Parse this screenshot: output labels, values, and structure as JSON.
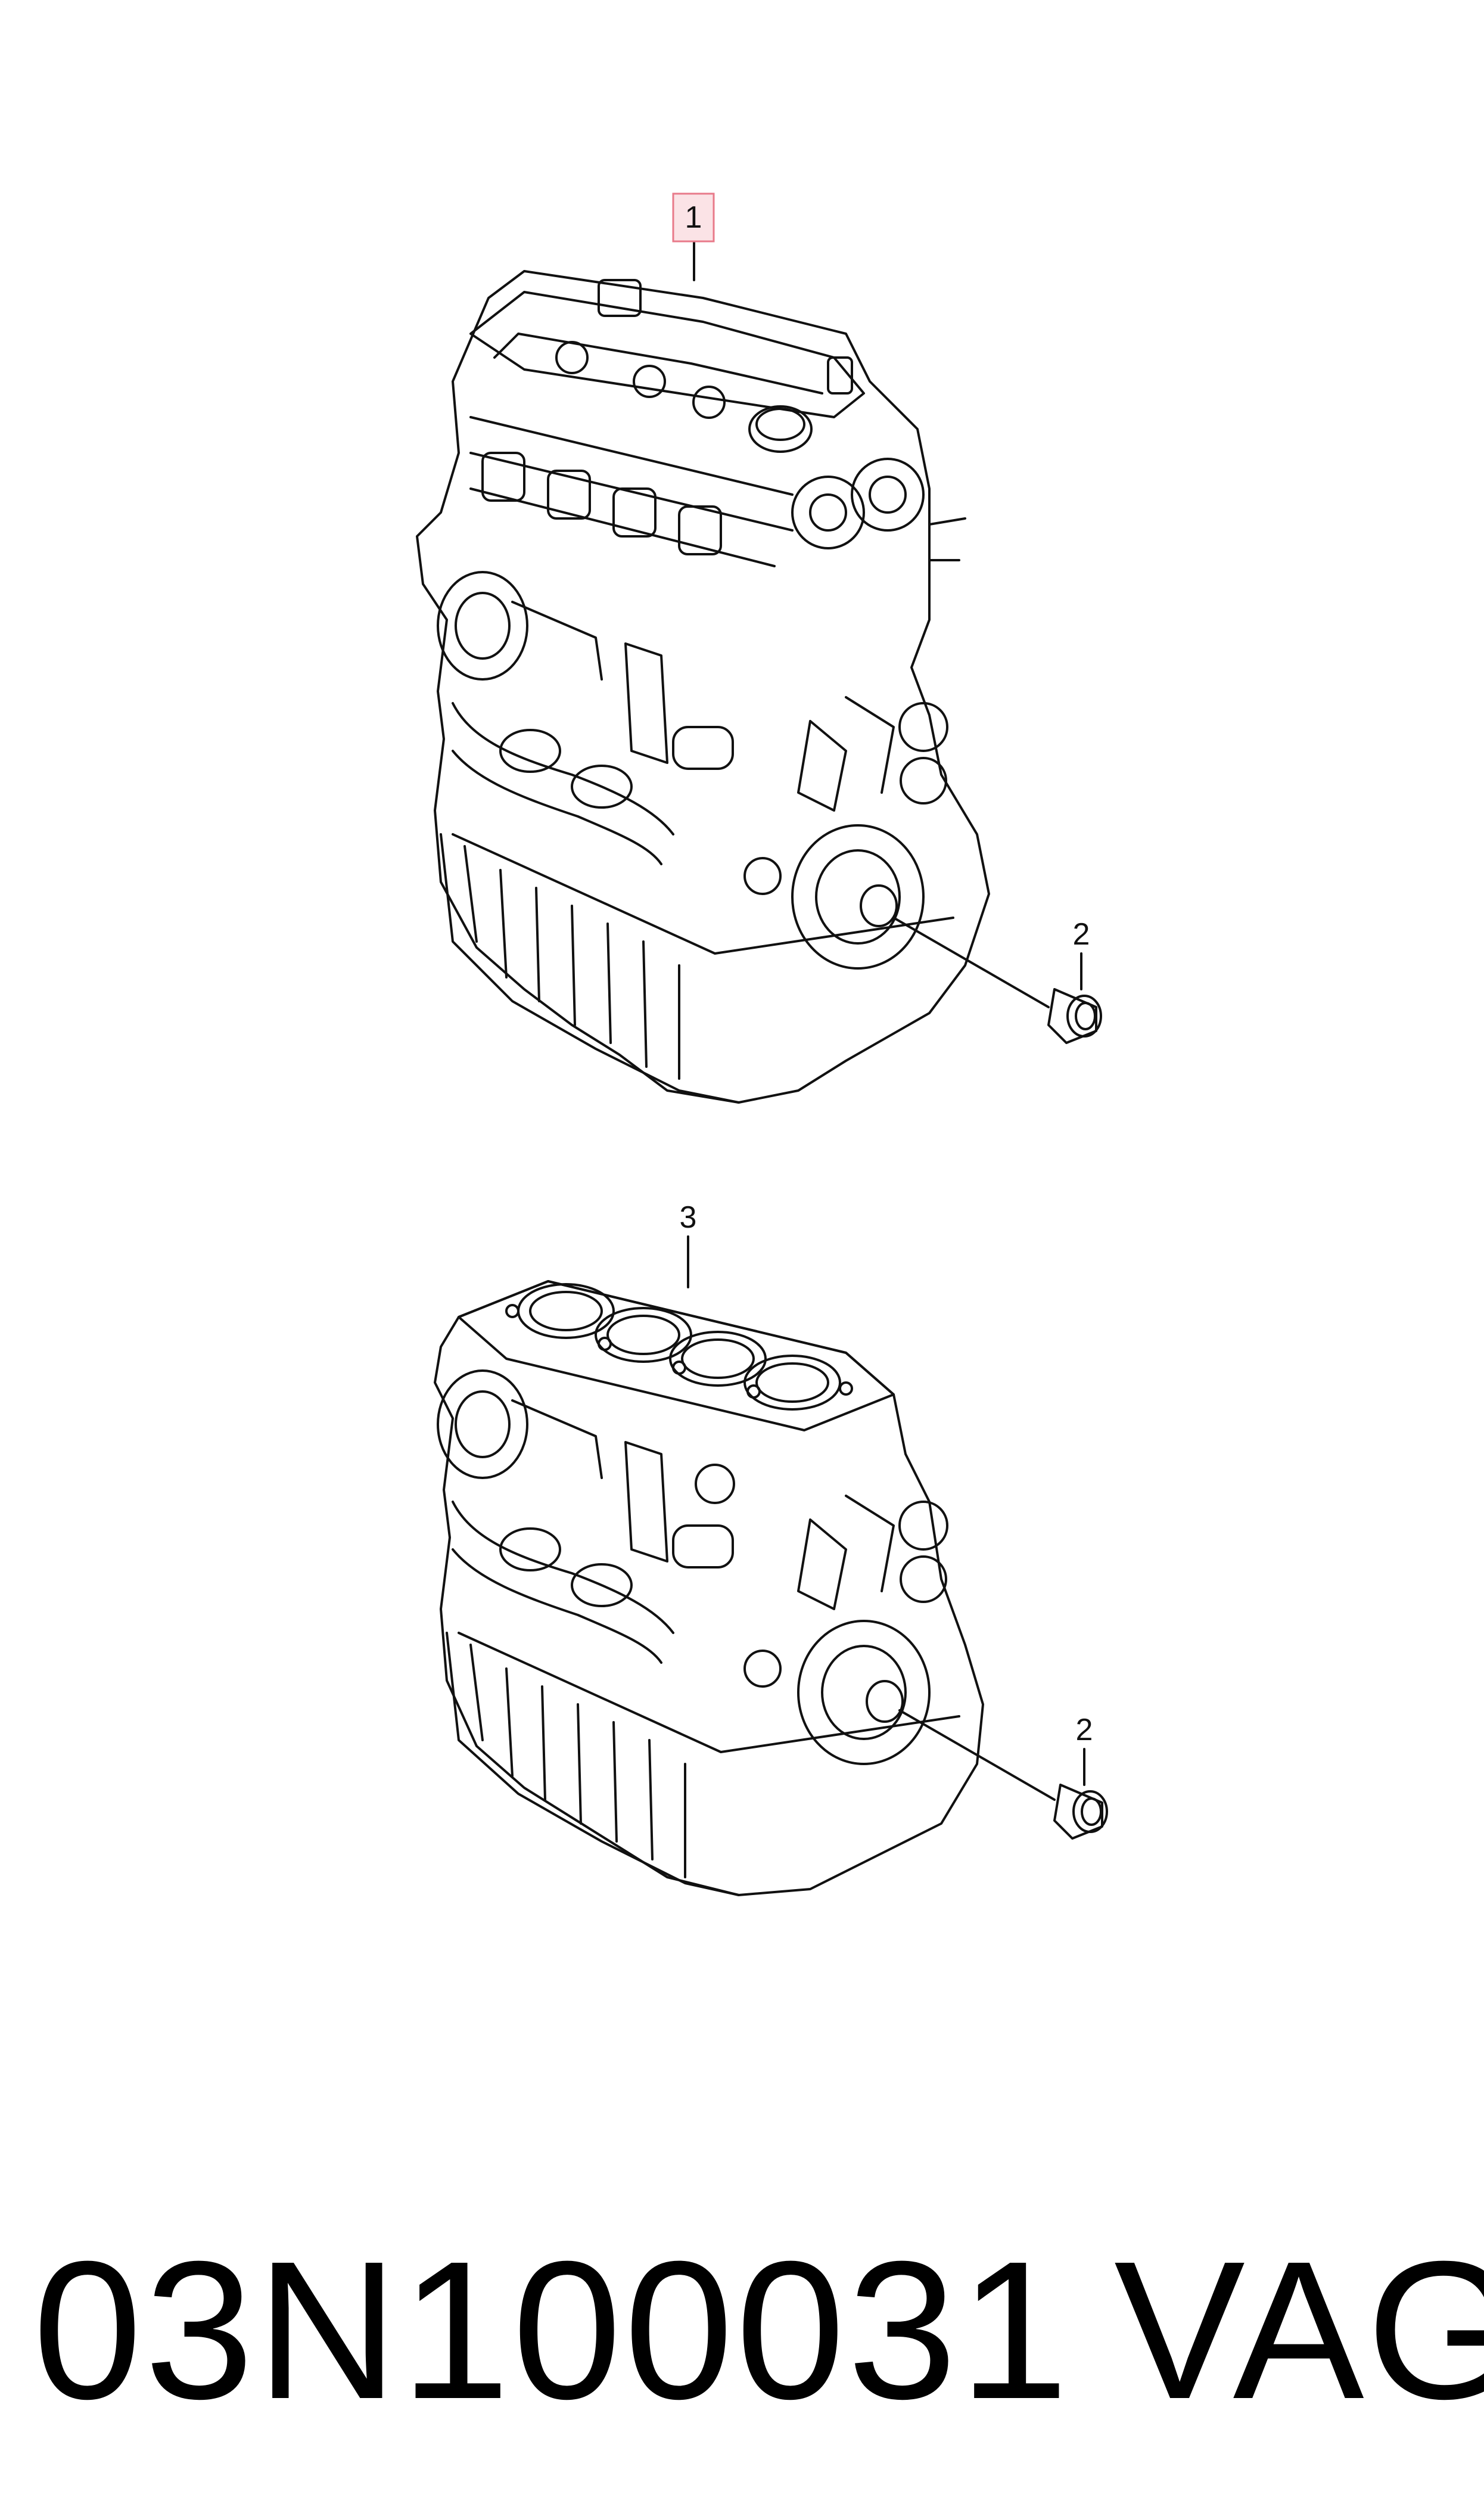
{
  "diagram": {
    "callouts": [
      {
        "id": "callout-1",
        "label": "1",
        "highlighted": true
      },
      {
        "id": "callout-2-top",
        "label": "2",
        "highlighted": false
      },
      {
        "id": "callout-3",
        "label": "3",
        "highlighted": false
      },
      {
        "id": "callout-2-bottom",
        "label": "2",
        "highlighted": false
      }
    ],
    "highlight_fill": "#fbe3e6",
    "highlight_stroke": "#e87a8a",
    "line_color": "#111111"
  },
  "footer": {
    "part_number": "03N100031",
    "brand": "VAG"
  }
}
